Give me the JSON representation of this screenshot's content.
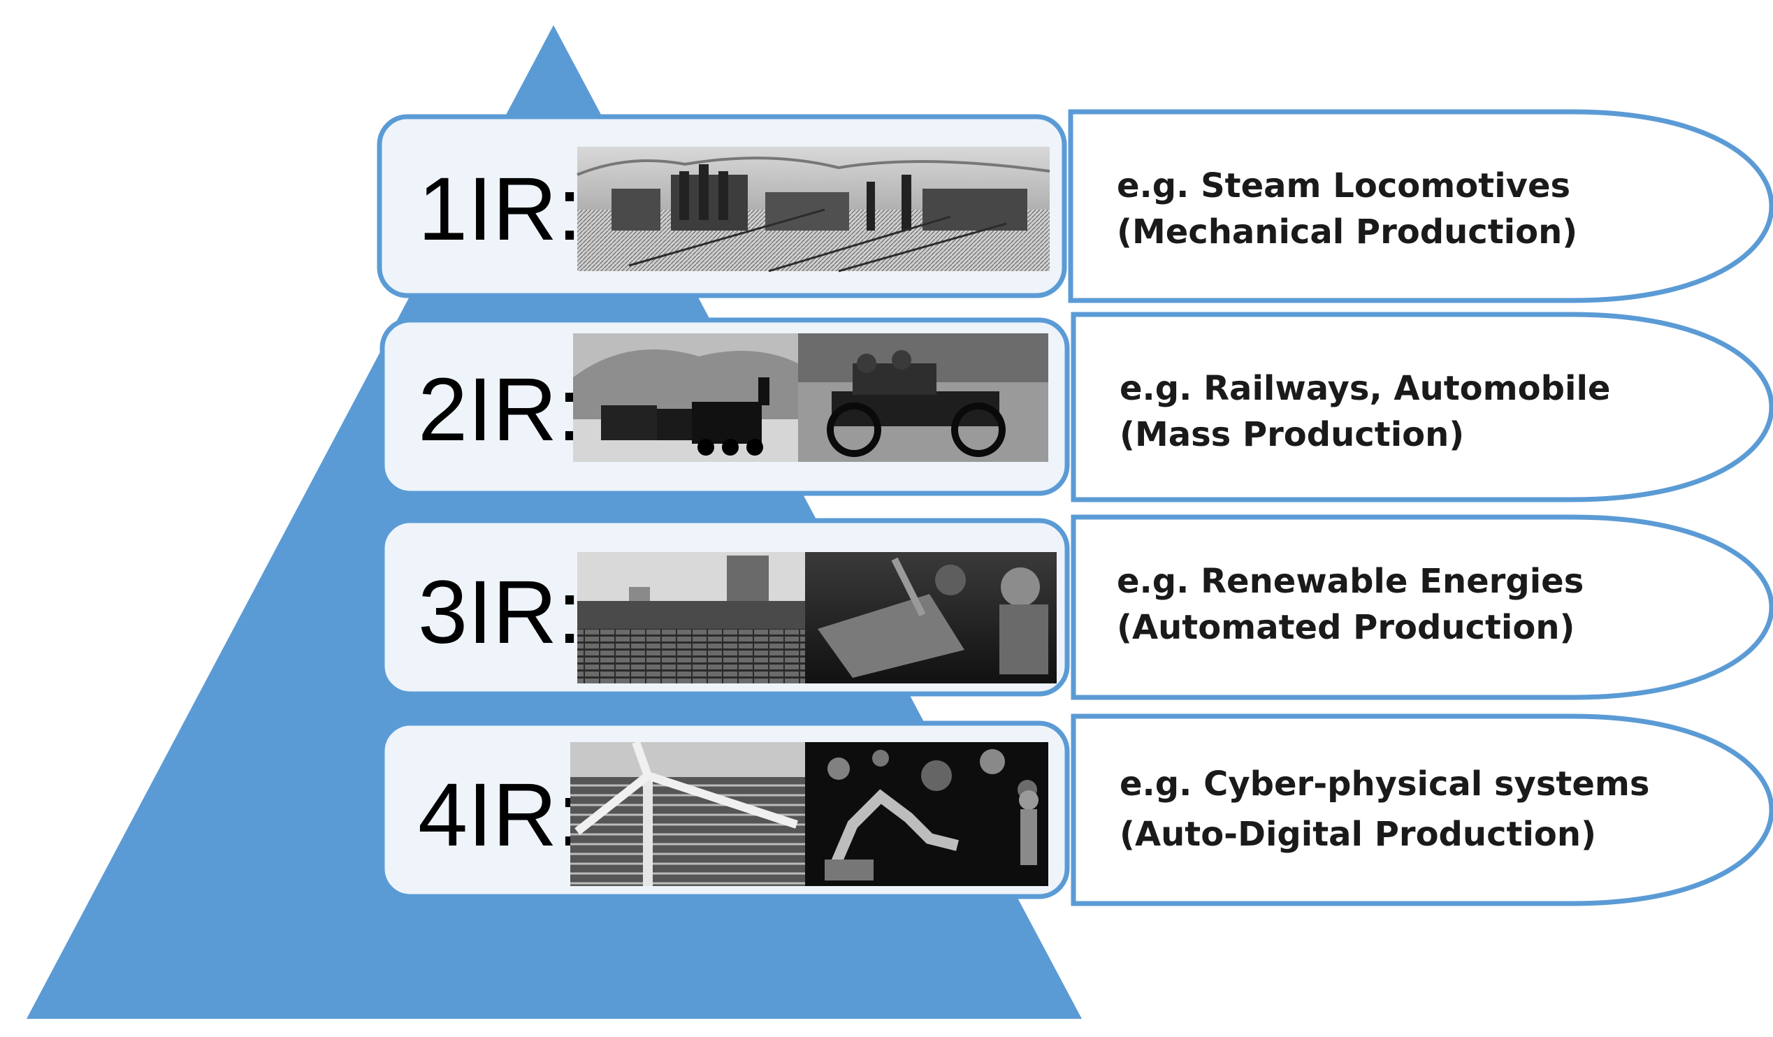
{
  "colors": {
    "pyramid": "#5B9BD5",
    "box_fill": "#EEF4FA",
    "box_stroke": "#5B9BD5",
    "text": "#000000"
  },
  "levels": [
    {
      "label": "1IR:",
      "desc_line1": "e.g. Steam Locomotives",
      "desc_line2": "(Mechanical Production)",
      "images": [
        "industrial-factories-engraving"
      ]
    },
    {
      "label": "2IR:",
      "desc_line1": "e.g. Railways, Automobile",
      "desc_line2": "(Mass Production)",
      "images": [
        "steam-train-photo",
        "vintage-automobile-photo"
      ]
    },
    {
      "label": "3IR:",
      "desc_line1": "e.g. Renewable Energies",
      "desc_line2": "(Automated Production)",
      "images": [
        "solar-panel-field-photo",
        "automated-assembly-photo"
      ]
    },
    {
      "label": "4IR:",
      "desc_line1": "e.g. Cyber-physical systems",
      "desc_line2": "(Auto-Digital Production)",
      "images": [
        "wind-turbine-solar-photo",
        "robot-arm-human-photo"
      ]
    }
  ]
}
